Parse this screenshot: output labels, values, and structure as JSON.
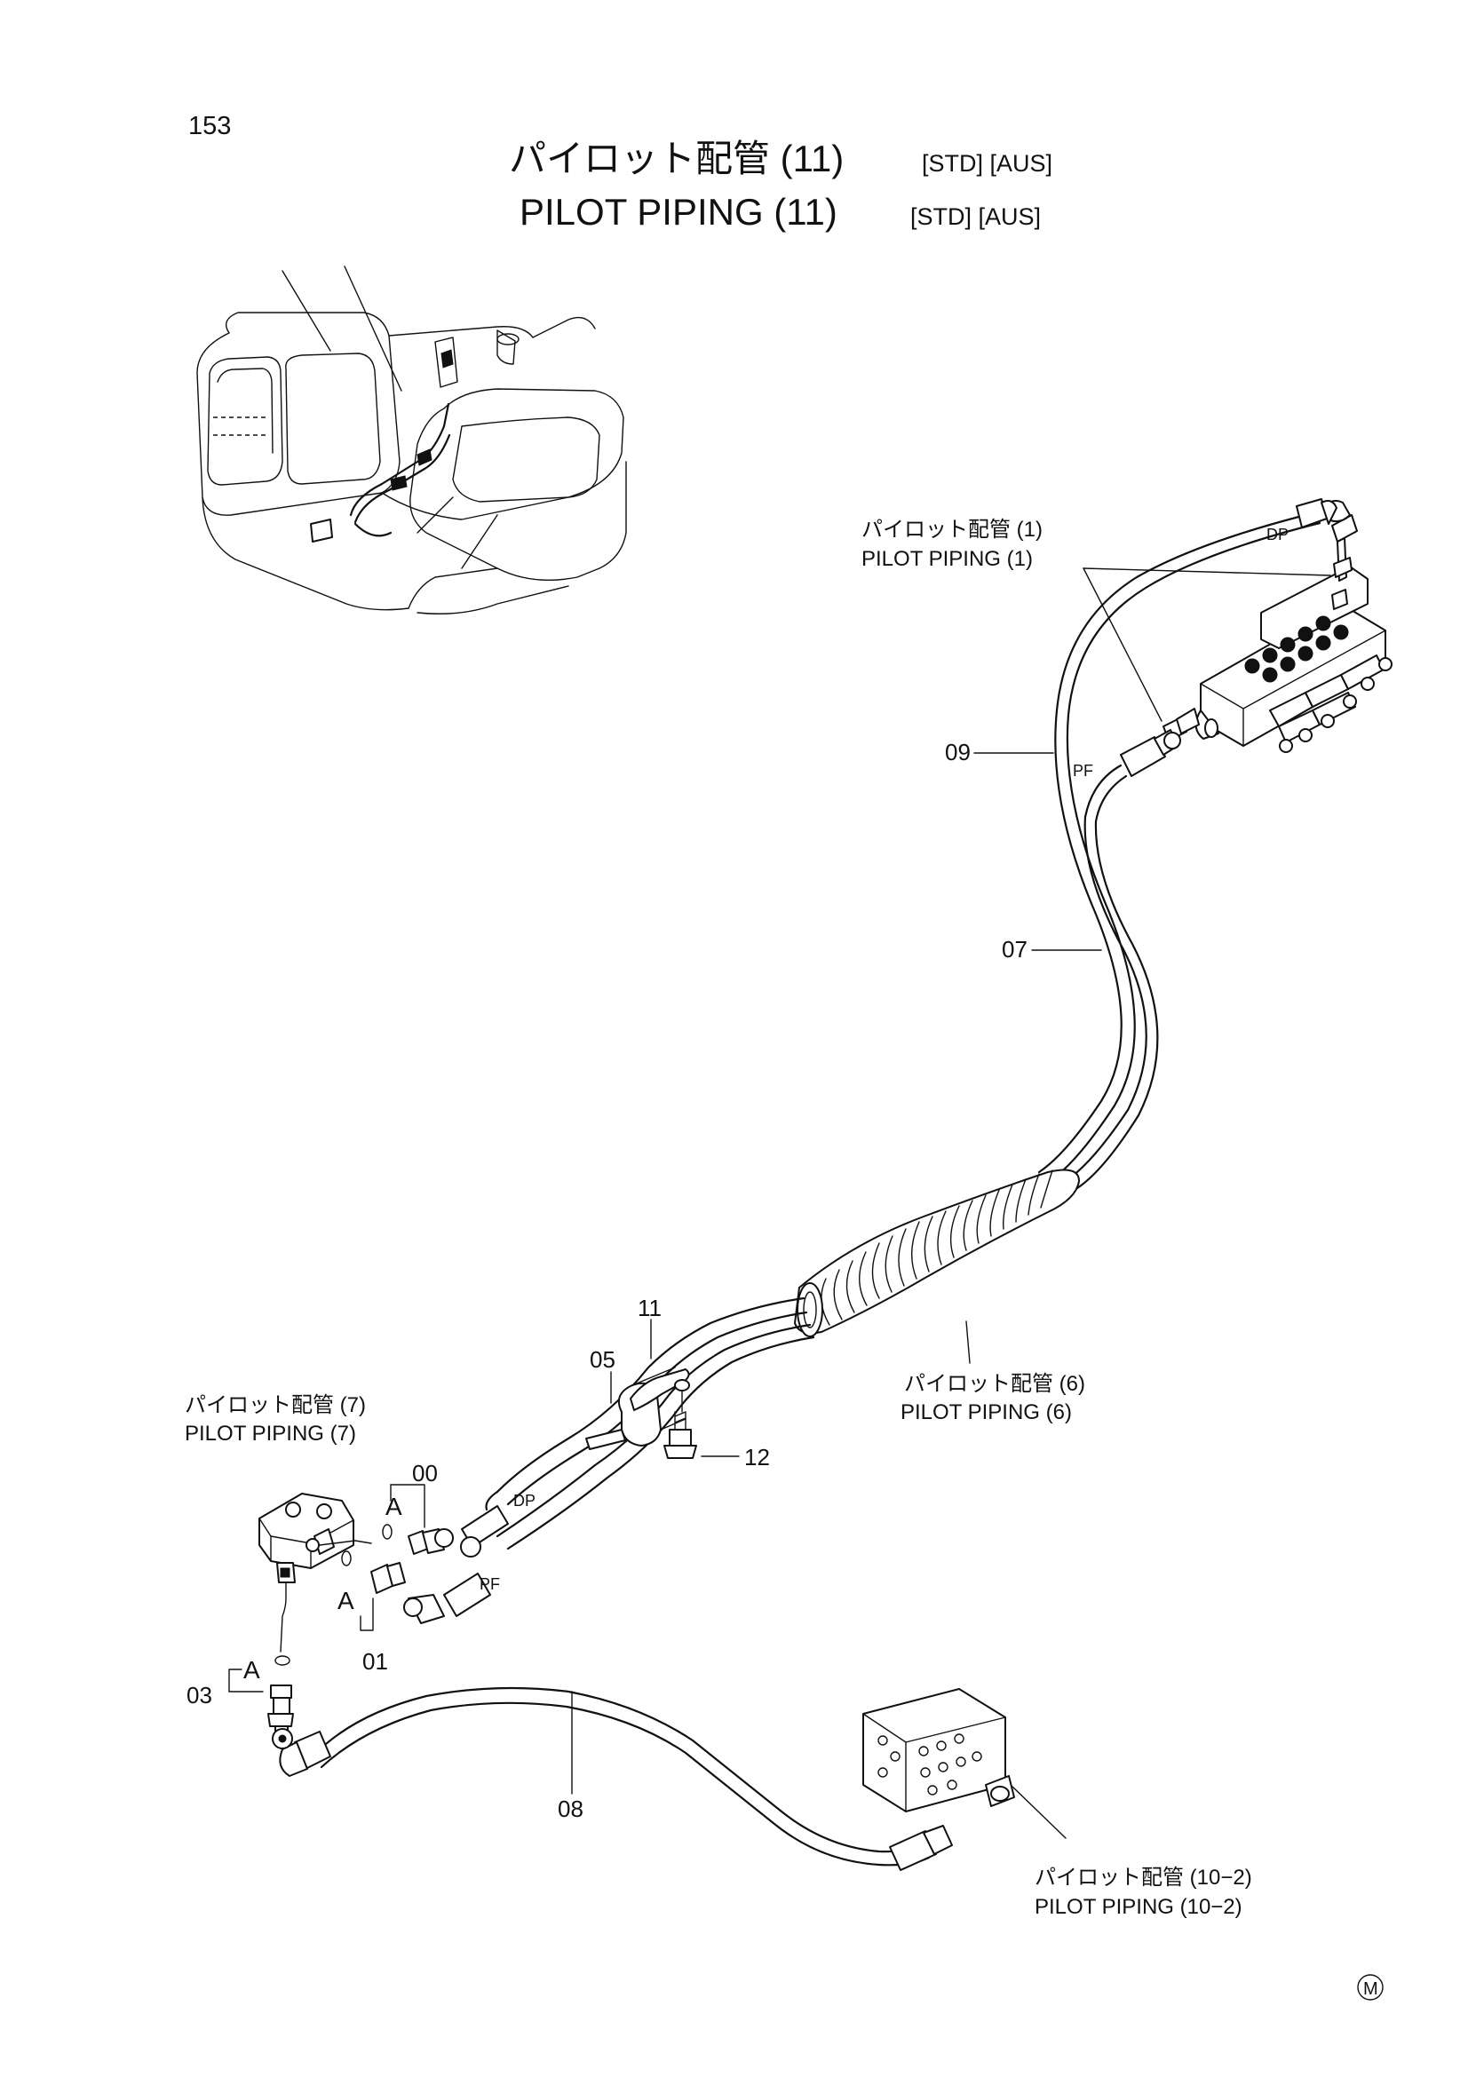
{
  "page_number": "153",
  "title_jp": "パイロット配管 (11)",
  "title_en": "PILOT PIPING (11)",
  "variant_tags": "[STD] [AUS]",
  "callouts": {
    "ref_1_jp": "パイロット配管 (1)",
    "ref_1_en": "PILOT PIPING (1)",
    "ref_6_jp": "パイロット配管 (6)",
    "ref_6_en": "PILOT PIPING (6)",
    "ref_7_jp": "パイロット配管 (7)",
    "ref_7_en": "PILOT PIPING (7)",
    "ref_10_2_jp": "パイロット配管 (10−2)",
    "ref_10_2_en": "PILOT PIPING (10−2)"
  },
  "part_numbers": {
    "p00": "00",
    "p01": "01",
    "p03": "03",
    "p05": "05",
    "p07": "07",
    "p08": "08",
    "p09": "09",
    "p11": "11",
    "p12": "12"
  },
  "port_labels": {
    "dp_top": "DP",
    "pf_top": "PF",
    "dp_bottom": "DP",
    "pf_bottom": "PF"
  },
  "detail_marks": {
    "a1": "A",
    "a2": "A",
    "a3": "A"
  },
  "footer_mark": "M"
}
